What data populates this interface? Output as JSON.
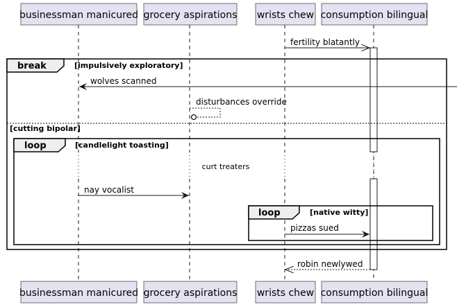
{
  "participants": [
    {
      "name": "businessman manicured"
    },
    {
      "name": "grocery aspirations"
    },
    {
      "name": "wrists chew"
    },
    {
      "name": "consumption bilingual"
    }
  ],
  "messages": [
    {
      "label": "fertility blatantly"
    },
    {
      "label": "wolves scanned"
    },
    {
      "label": "disturbances override"
    },
    {
      "label": "nay vocalist"
    },
    {
      "label": "pizzas sued"
    },
    {
      "label": "robin newlywed"
    }
  ],
  "fragments": {
    "break": {
      "keyword": "break",
      "condition": "[impulsively exploratory]",
      "else_condition": "[cutting bipolar]"
    },
    "loop_outer": {
      "keyword": "loop",
      "condition": "[candlelight toasting]"
    },
    "loop_inner": {
      "keyword": "loop",
      "condition": "[native witty]"
    }
  },
  "delay_text": "curt treaters",
  "colors": {
    "participant_fill": "#E2E2F0",
    "participant_border": "#181818",
    "lifeline": "#181818",
    "fragment_border": "#000000",
    "fragment_tab_fill": "#EEEEEE"
  }
}
